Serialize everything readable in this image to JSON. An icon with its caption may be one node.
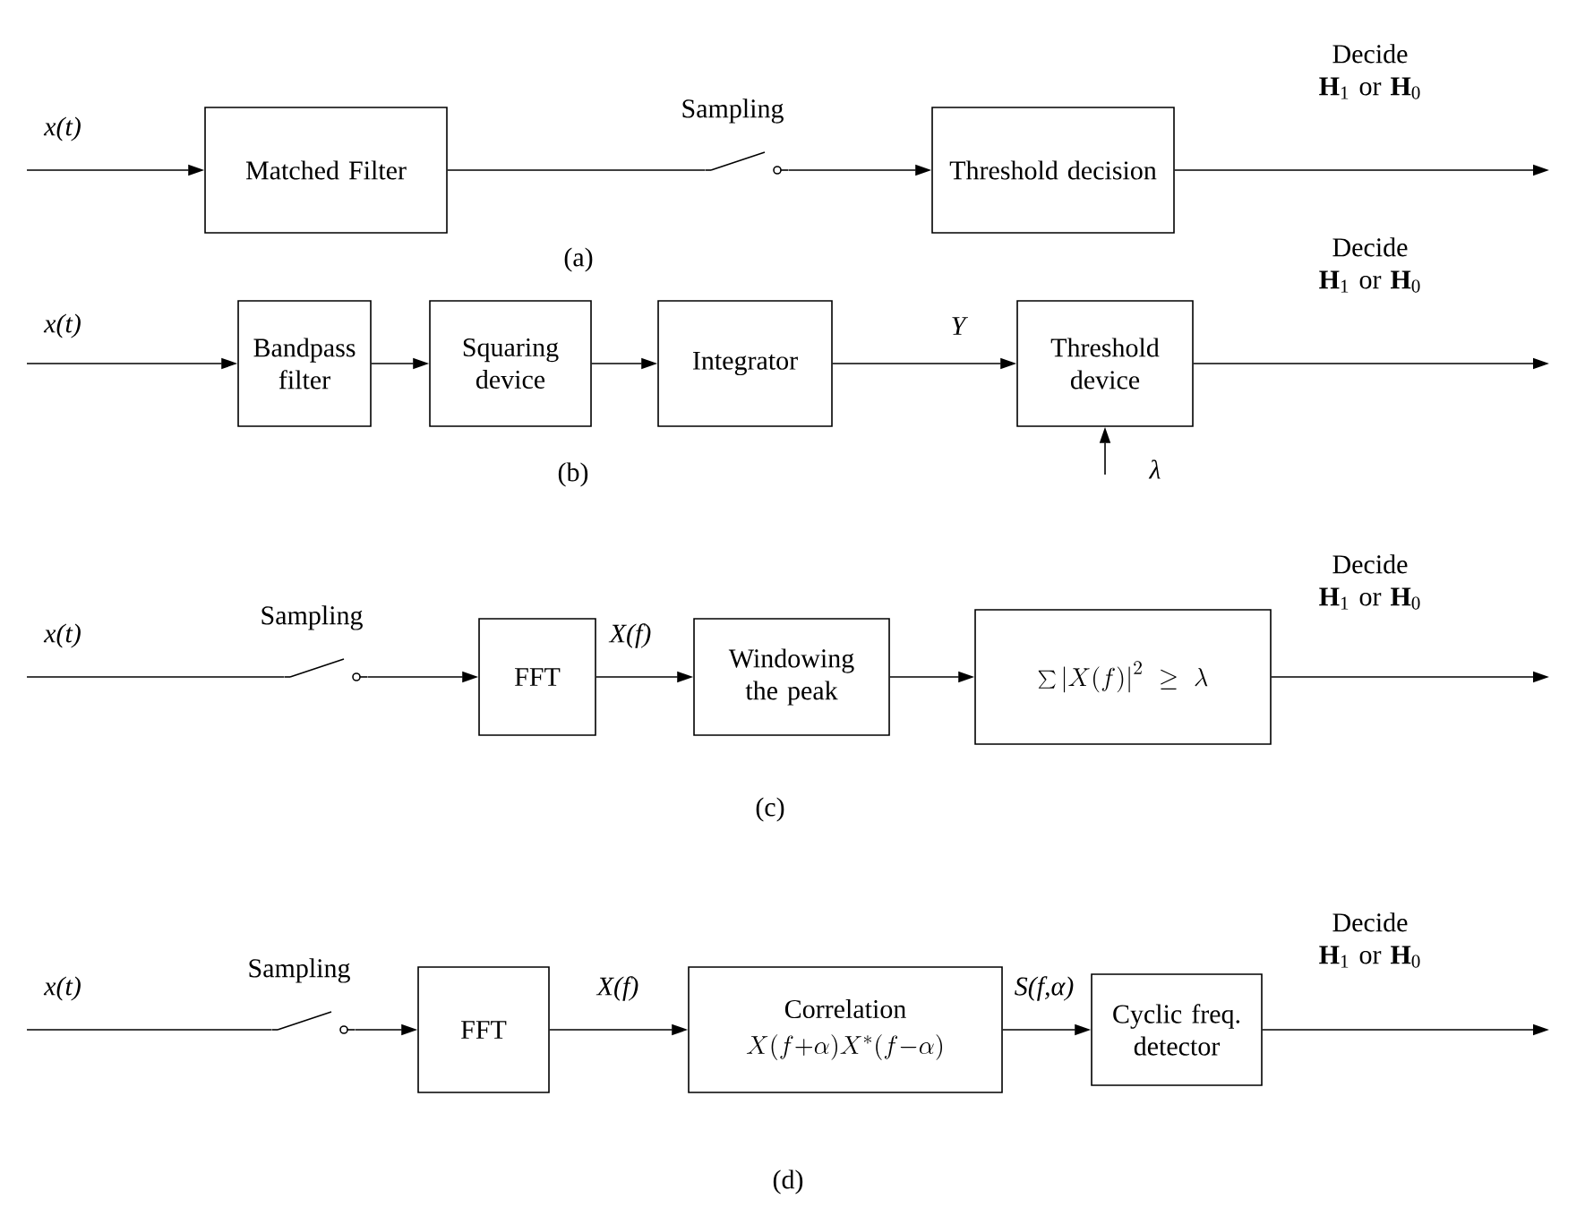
{
  "diagram": {
    "nodes": [
      {
        "text": [
          "Matched Filter"
        ]
      },
      {
        "text": [
          "Sampling"
        ]
      },
      {
        "text": [
          "Threshold decision"
        ]
      },
      {
        "text": [
          "Bandpass filter"
        ]
      },
      {
        "text": [
          "Squaring device"
        ]
      },
      {
        "text": [
          "Integrator"
        ]
      },
      {
        "text": [
          "Threshold device"
        ]
      },
      {
        "text": [
          "Sampling"
        ]
      },
      {
        "text": [
          "FFT"
        ]
      },
      {
        "text": [
          "Windowing the peak"
        ]
      },
      {
        "text": [
          "\\sum\\left|X(f)\\right|^{2}\\geq\\lambda"
        ]
      },
      {
        "text": [
          "Sampling"
        ]
      },
      {
        "text": [
          "FFT"
        ]
      },
      {
        "text": [
          "Correlation",
          "X(f{+}\\alpha)X^{*}(f{-}\\alpha)"
        ]
      },
      {
        "text": [
          "Cyclic freq. detector"
        ]
      }
    ],
    "edges": [
      {
        "from": null,
        "to": 0,
        "arrow": "to",
        "label": "x(t)"
      },
      {
        "from": 0,
        "to": 1,
        "arrow": "none"
      },
      {
        "from": 1,
        "to": 2,
        "arrow": "to"
      },
      {
        "from": 2,
        "to": null,
        "arrow": "to",
        "label": "Decide **H**$_{1}$ or **H**$_{0}$"
      },
      {
        "from": null,
        "to": 3,
        "arrow": "to",
        "label": "x(t)"
      },
      {
        "from": 3,
        "to": 4,
        "arrow": "to"
      },
      {
        "from": 4,
        "to": 5,
        "arrow": "to"
      },
      {
        "from": 5,
        "to": 6,
        "arrow": "to",
        "label": "Y"
      },
      {
        "from": 6,
        "to": null,
        "arrow": "to",
        "label": "Decide **H**$_{1}$ or **H**$_{0}$"
      },
      {
        "from": null,
        "to": 6,
        "arrow": "to",
        "label": "λ"
      },
      {
        "from": null,
        "to": 7,
        "arrow": "none",
        "label": "x(t)"
      },
      {
        "from": 7,
        "to": 8,
        "arrow": "to"
      },
      {
        "from": 8,
        "to": 9,
        "arrow": "to",
        "label": "X(f)"
      },
      {
        "from": 9,
        "to": 10,
        "arrow": "to"
      },
      {
        "from": 10,
        "to": null,
        "arrow": "to",
        "label": "Decide **H**$_{1}$ or **H**$_{0}$"
      },
      {
        "from": null,
        "to": 11,
        "arrow": "none",
        "label": "x(t)"
      },
      {
        "from": 11,
        "to": 12,
        "arrow": "to"
      },
      {
        "from": 12,
        "to": 13,
        "arrow": "to",
        "label": "X(f)"
      },
      {
        "from": 13,
        "to": 14,
        "arrow": "to",
        "label": "S(f,α)"
      },
      {
        "from": 14,
        "to": null,
        "arrow": "to",
        "label": "Decide **H**$_{1}$ or **H**$_{0}$"
      }
    ],
    "labels": [
      "(a)",
      "(b)",
      "(c)",
      "(d)"
    ]
  }
}
